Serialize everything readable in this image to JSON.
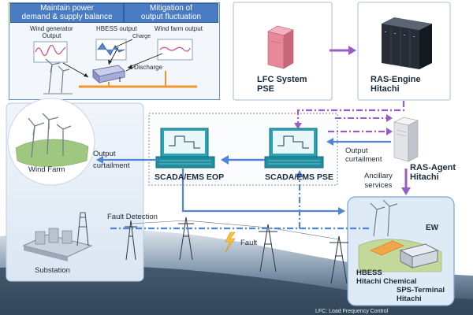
{
  "top_panel": {
    "header_left": [
      "Maintain power",
      "demand & supply balance"
    ],
    "header_right": [
      "Mitigation of",
      "output fluctuation"
    ],
    "wind_generator_output": [
      "Wind generator",
      "Output"
    ],
    "hbess_output": "HBESS output",
    "wind_farm_output": "Wind farm output",
    "charge": "Charge",
    "discharge": "Discharge"
  },
  "nodes": {
    "lfc_system": [
      "LFC System",
      "PSE"
    ],
    "ras_engine": [
      "RAS-Engine",
      "Hitachi"
    ],
    "ras_agent": [
      "RAS-Agent",
      "Hitachi"
    ],
    "scada_eop": "SCADA/EMS EOP",
    "scada_pse": "SCADA/EMS PSE",
    "wind_farm": "Wind Farm",
    "substation": "Substation",
    "ew": "EW",
    "hbess": [
      "HBESS",
      "Hitachi Chemical"
    ],
    "sps_terminal": [
      "SPS-Terminal",
      "Hitachi"
    ]
  },
  "labels": {
    "output_curtailment_left": [
      "Output",
      "curtailment"
    ],
    "output_curtailment_right": [
      "Output",
      "curtailment"
    ],
    "ancillary_services": [
      "Ancillary",
      "services"
    ],
    "fault_detection": "Fault Detection",
    "fault": "Fault",
    "footnote": "LFC: Load Frequency Control"
  },
  "colors": {
    "blue_arrow": "#4f86d6",
    "purple_arrow": "#9a5cc6",
    "panel_blue": "#4a7cc4",
    "light_panel": "#e6eef8",
    "scada_teal": "#27a5b5",
    "server_pink": "#e8899a"
  },
  "icons": [
    "wind-turbine-icon",
    "battery-icon",
    "server-icon",
    "scada-console-icon",
    "substation-icon",
    "power-tower-icon",
    "lightning-icon"
  ]
}
